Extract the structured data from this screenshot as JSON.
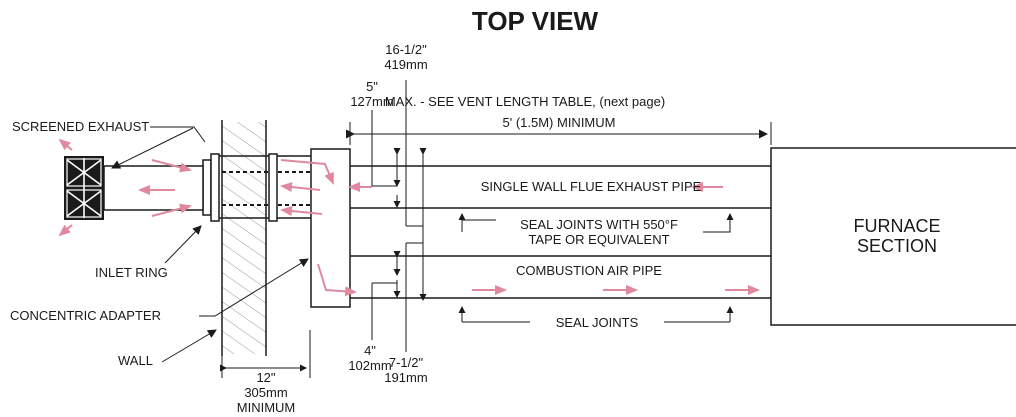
{
  "title": "TOP VIEW",
  "labels": {
    "screened_exhaust": "SCREENED EXHAUST",
    "inlet_ring": "INLET RING",
    "concentric_adapter": "CONCENTRIC ADAPTER",
    "wall": "WALL",
    "single_wall_pipe": "SINGLE WALL FLUE EXHAUST PIPE",
    "seal_joints_tape_1": "SEAL JOINTS WITH 550°F",
    "seal_joints_tape_2": "TAPE OR EQUIVALENT",
    "combustion_air_pipe": "COMBUSTION AIR PIPE",
    "seal_joints": "SEAL JOINTS",
    "furnace_1": "FURNACE",
    "furnace_2": "SECTION",
    "max_vent_length": "MAX. - SEE VENT LENGTH TABLE, (next page)",
    "minimum_length": "5' (1.5M) MINIMUM"
  },
  "dimensions": {
    "d16_in": "16-1/2\"",
    "d16_mm": "419mm",
    "d5_in": "5\"",
    "d5_mm": "127mm",
    "d4_in": "4\"",
    "d4_mm": "102mm",
    "d7_in": "7-1/2\"",
    "d7_mm": "191mm",
    "d12_in": "12\"",
    "d12_mm": "305mm",
    "d12_min": "MINIMUM"
  },
  "colors": {
    "arrow": "#e0889e",
    "line": "#1a1a1a",
    "hatch": "#9a9a9a"
  }
}
